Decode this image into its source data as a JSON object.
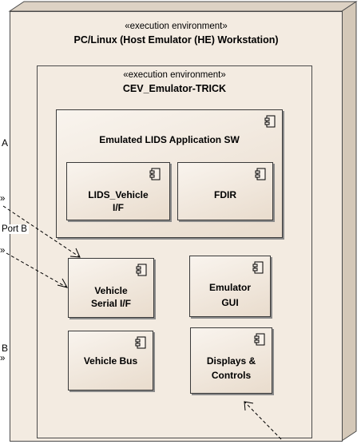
{
  "outer_node": {
    "stereotype": "«execution environment»",
    "title": "PC/Linux (Host Emulator (HE) Workstation)"
  },
  "inner_node": {
    "stereotype": "«execution environment»",
    "title": "CEV_Emulator-TRICK"
  },
  "components": {
    "lids_app": "Emulated LIDS Application SW",
    "lids_vehicle_if_line1": "LIDS_Vehicle",
    "lids_vehicle_if_line2": "I/F",
    "fdir": "FDIR",
    "vehicle_serial_line1": "Vehicle",
    "vehicle_serial_line2": "Serial I/F",
    "emulator_gui_line1": "Emulator",
    "emulator_gui_line2": "GUI",
    "vehicle_bus": "Vehicle Bus",
    "displays_line1": "Displays &",
    "displays_line2": "Controls"
  },
  "external_labels": {
    "a": "A",
    "top_stereo": "»",
    "port_b": "Port B",
    "mid_stereo": "»",
    "b": "B",
    "bottom_stereo": "»"
  },
  "icon": "component-icon"
}
